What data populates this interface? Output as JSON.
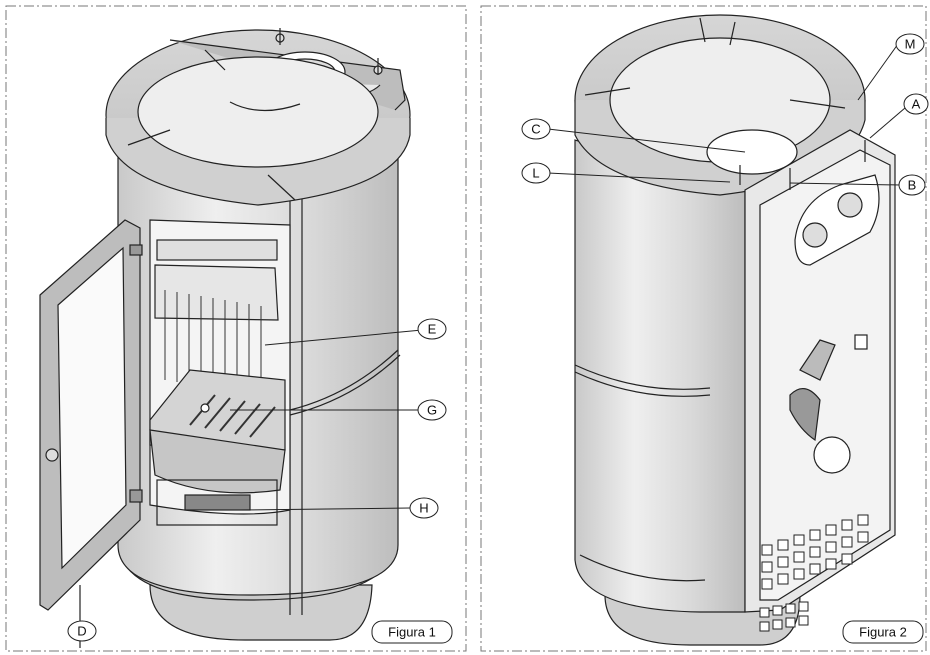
{
  "figures": [
    {
      "caption": "Figura 1",
      "labels": [
        "E",
        "G",
        "H",
        "D"
      ]
    },
    {
      "caption": "Figura 2",
      "labels": [
        "M",
        "A",
        "C",
        "L",
        "B"
      ]
    }
  ]
}
